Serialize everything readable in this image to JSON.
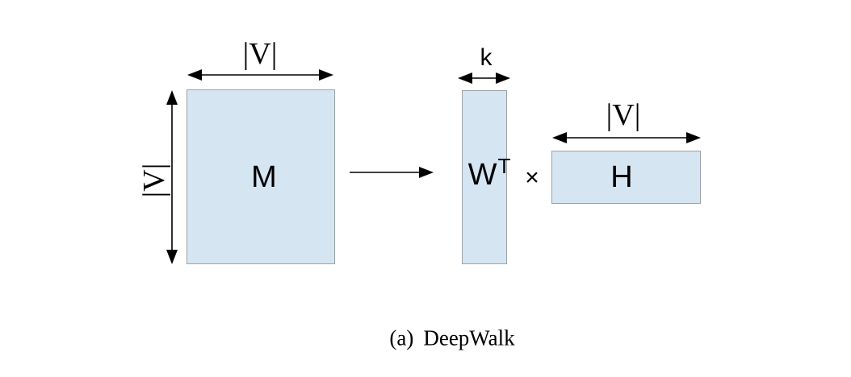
{
  "diagram": {
    "m_matrix": {
      "label": "M",
      "width_dim": "|V|",
      "height_dim": "|V|"
    },
    "w_matrix": {
      "label": "W",
      "superscript": "T",
      "width_dim": "k"
    },
    "h_matrix": {
      "label": "H",
      "width_dim": "|V|"
    },
    "multiply_operator": "×",
    "caption": {
      "index": "(a)",
      "title": "DeepWalk"
    },
    "colors": {
      "matrix_fill": "#d5e6f2",
      "matrix_border": "#9aa2aa",
      "arrow_color": "#000000"
    }
  }
}
